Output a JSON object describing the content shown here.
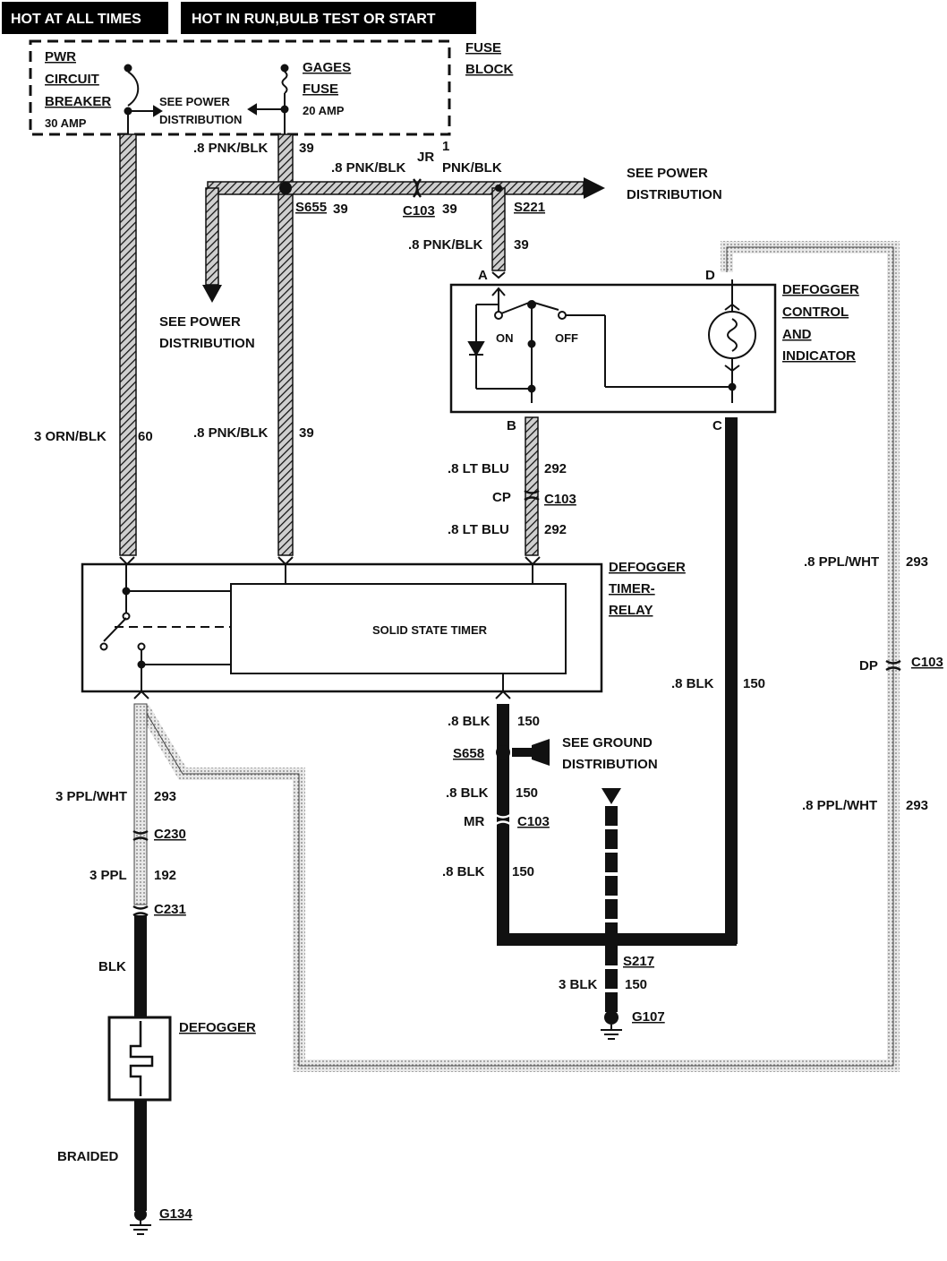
{
  "header": {
    "hot_always": "HOT AT ALL TIMES",
    "hot_run": "HOT IN RUN,BULB TEST OR START"
  },
  "fuse_block": {
    "label_1": "FUSE",
    "label_2": "BLOCK",
    "breaker_1": "PWR",
    "breaker_2": "CIRCUIT",
    "breaker_3": "BREAKER",
    "breaker_rating": "30 AMP",
    "see_power_1": "SEE POWER",
    "see_power_2": "DISTRIBUTION",
    "fuse_1": "GAGES",
    "fuse_2": "FUSE",
    "fuse_rating": "20 AMP"
  },
  "wires": {
    "pnk_blk_top": ".8 PNK/BLK",
    "n39_top": "39",
    "pnk_blk_jr": ".8 PNK/BLK",
    "jr": "JR",
    "n1": "1",
    "pnk_blk_1": "PNK/BLK",
    "see_power_right_1": "SEE POWER",
    "see_power_right_2": "DISTRIBUTION",
    "s655": "S655",
    "n39_s655": "39",
    "c103_a": "C103",
    "n39_c103": "39",
    "s221": "S221",
    "pnk_blk_a": ".8 PNK/BLK",
    "n39_a": "39",
    "see_power_left_1": "SEE POWER",
    "see_power_left_2": "DISTRIBUTION",
    "orn_blk": "3 ORN/BLK",
    "n60": "60",
    "pnk_blk_mid": ".8 PNK/BLK",
    "n39_mid": "39",
    "lt_blu_1": ".8 LT BLU",
    "n292_1": "292",
    "cp": "CP",
    "c103_b": "C103",
    "lt_blu_2": ".8 LT BLU",
    "n292_2": "292",
    "ppl_wht_1": ".8 PPL/WHT",
    "n293_1": "293",
    "dp": "DP",
    "c103_c": "C103",
    "ppl_wht_2": ".8 PPL/WHT",
    "n293_2": "293",
    "blk_c": ".8 BLK",
    "n150_c": "150",
    "blk_1": ".8 BLK",
    "n150_1": "150",
    "s658": "S658",
    "see_ground_1": "SEE GROUND",
    "see_ground_2": "DISTRIBUTION",
    "blk_2": ".8 BLK",
    "n150_2": "150",
    "mr": "MR",
    "c103_d": "C103",
    "blk_3": ".8 BLK",
    "n150_3": "150",
    "s217": "S217",
    "blk_3g": "3 BLK",
    "n150_g": "150",
    "g107": "G107",
    "ppl_wht_3": "3 PPL/WHT",
    "n293_3": "293",
    "c230": "C230",
    "ppl_3": "3 PPL",
    "n192": "192",
    "c231": "C231",
    "blk_def": "BLK",
    "defogger": "DEFOGGER",
    "braided": "BRAIDED",
    "g134": "G134"
  },
  "switch_box": {
    "title_1": "DEFOGGER",
    "title_2": "CONTROL",
    "title_3": "AND",
    "title_4": "INDICATOR",
    "on": "ON",
    "off": "OFF",
    "pin_a": "A",
    "pin_b": "B",
    "pin_c": "C",
    "pin_d": "D"
  },
  "timer_relay": {
    "title_1": "DEFOGGER",
    "title_2": "TIMER-",
    "title_3": "RELAY",
    "inner": "SOLID STATE TIMER"
  }
}
